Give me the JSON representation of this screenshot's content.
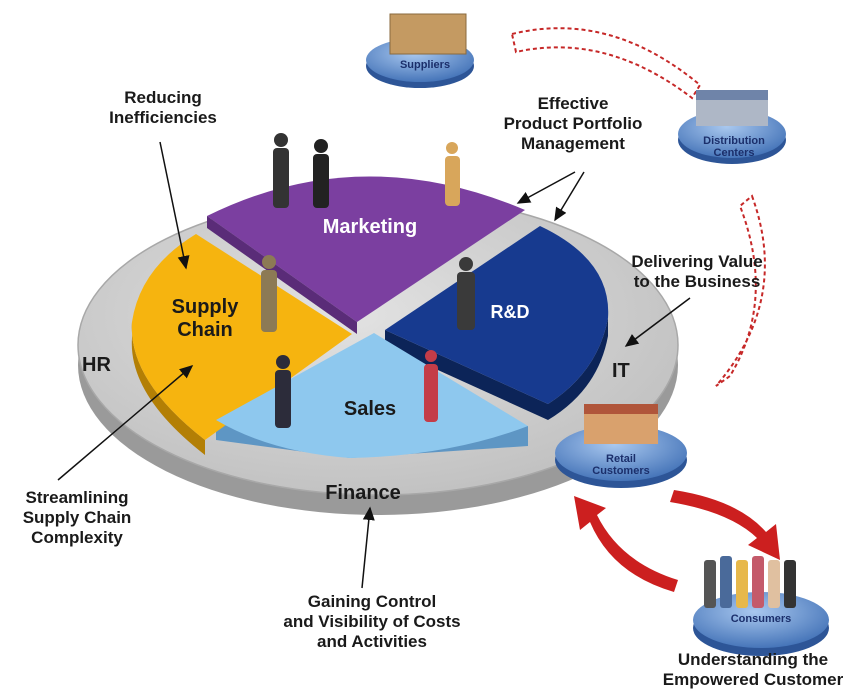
{
  "segments": {
    "marketing": "Marketing",
    "rd": "R&D",
    "supply_chain": [
      "Supply",
      "Chain"
    ],
    "sales": "Sales"
  },
  "ring": {
    "hr": "HR",
    "it": "IT",
    "finance": "Finance"
  },
  "callouts": {
    "reducing": [
      "Reducing",
      "Inefficiencies"
    ],
    "portfolio": [
      "Effective",
      "Product Portfolio",
      "Management"
    ],
    "delivering": [
      "Delivering Value",
      "to the Business"
    ],
    "streamlining": [
      "Streamlining",
      "Supply Chain",
      "Complexity"
    ],
    "gaining": [
      "Gaining Control",
      "and Visibility of Costs",
      "and Activities"
    ],
    "understanding": [
      "Understanding the",
      "Empowered Customer"
    ]
  },
  "hubs": {
    "suppliers": [
      "Suppliers"
    ],
    "distribution": [
      "Distribution",
      "Centers"
    ],
    "retail": [
      "Retail",
      "Customers"
    ],
    "consumers": [
      "Consumers"
    ]
  },
  "colors": {
    "marketing": "#7b3fa0",
    "rd": "#173a8f",
    "supply_chain": "#f6b40f",
    "sales": "#8ec8ee",
    "platform": "#c9c9c9",
    "hub_blue": "#5c8fce",
    "flow_red": "#cc1f1f"
  }
}
